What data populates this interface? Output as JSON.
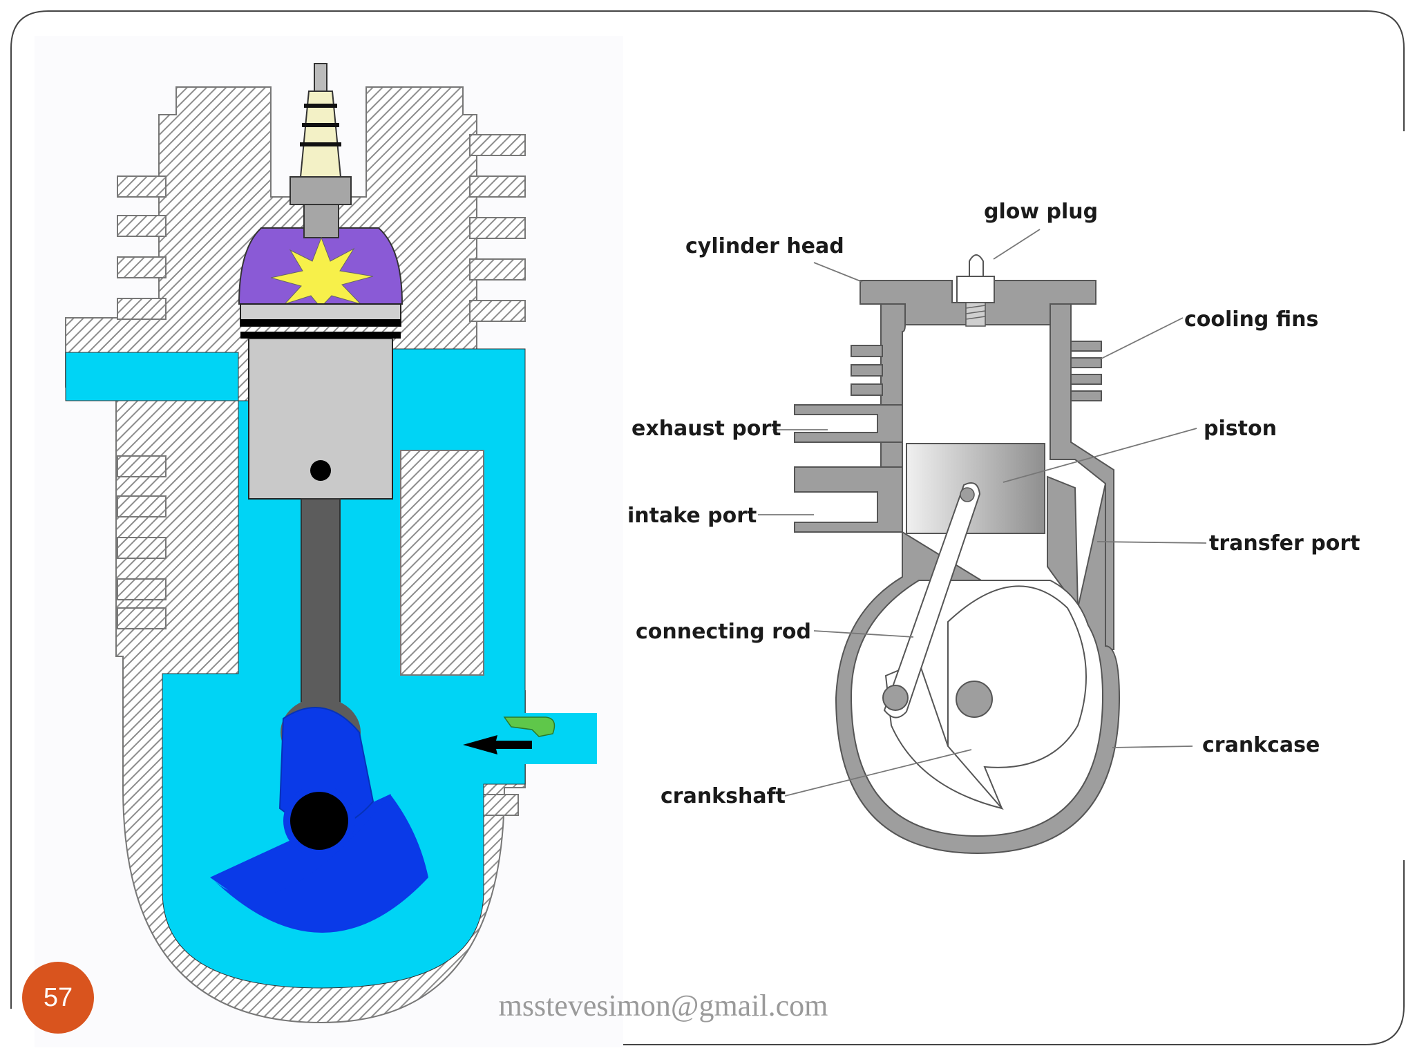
{
  "slide": {
    "page_number": "57",
    "footer_email": "msstevesimon@gmail.com"
  },
  "diagram": {
    "labels": {
      "glow_plug": "glow plug",
      "cylinder_head": "cylinder head",
      "cooling_fins": "cooling fins",
      "exhaust_port": "exhaust port",
      "piston": "piston",
      "intake_port": "intake port",
      "transfer_port": "transfer port",
      "connecting_rod": "connecting rod",
      "crankcase": "crankcase",
      "crankshaft": "crankshaft"
    }
  },
  "colors": {
    "accent": "#d9541e",
    "coolant_cyan": "#00d4f5",
    "crank_blue": "#0a3ae8",
    "combustion_purple": "#8a5ad6",
    "spark_yellow": "#f7f04a",
    "hatch_gray": "#9a9a9a",
    "metal_gray": "#9e9e9e",
    "piston_gray": "#c9c9c9"
  }
}
